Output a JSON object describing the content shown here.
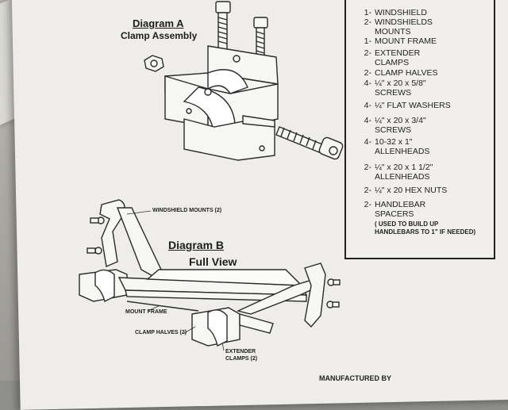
{
  "diagram_a": {
    "title": "Diagram A",
    "subtitle": "Clamp Assembly"
  },
  "diagram_b": {
    "title": "Diagram B",
    "subtitle": "Full View",
    "callouts": {
      "windshield_mounts": "WINDSHIELD MOUNTS (2)",
      "mount_frame": "MOUNT FRAME",
      "clamp_halves": "CLAMP HALVES (2)",
      "extender_clamps_line1": "EXTENDER",
      "extender_clamps_line2": "CLAMPS (2)"
    }
  },
  "parts_list": [
    {
      "qty": "1-",
      "desc": "WINDSHIELD"
    },
    {
      "qty": "2-",
      "desc": "WINDSHIELDS MOUNTS"
    },
    {
      "qty": "1-",
      "desc": "MOUNT FRAME"
    },
    {
      "qty": "2-",
      "desc": "EXTENDER CLAMPS"
    },
    {
      "qty": "2-",
      "desc": "CLAMP HALVES"
    },
    {
      "qty": "4-",
      "desc": "¼\" x 20 x 5/8\" SCREWS"
    },
    {
      "qty": "4-",
      "desc": "¼\" FLAT WASHERS"
    },
    {
      "qty": "4-",
      "desc": "¼\" x 20 x 3/4\" SCREWS"
    },
    {
      "qty": "4-",
      "desc": "10-32 x 1\" ALLENHEADS"
    },
    {
      "qty": "2-",
      "desc": "¼\" x 20 x 1 1/2\" ALLENHEADS"
    },
    {
      "qty": "2-",
      "desc": "¼\" x 20 HEX NUTS"
    },
    {
      "qty": "2-",
      "desc": "HANDLEBAR SPACERS"
    }
  ],
  "spacer_note": "( USED TO BUILD UP HANDLEBARS TO 1\" IF NEEDED)",
  "footer_text": "MANUFACTURED BY"
}
